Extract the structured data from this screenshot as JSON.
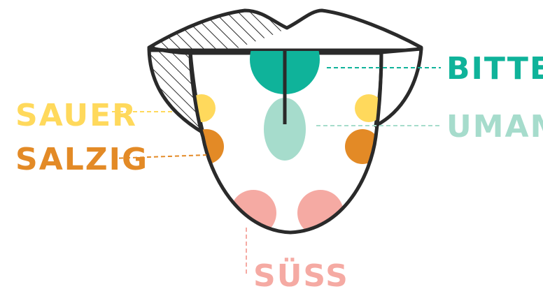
{
  "labels": {
    "bitter": "BITTER",
    "sauer": "SAUER",
    "umami": "UMAMI",
    "salzig": "SALZIG",
    "suess": "SÜSS"
  },
  "colors": {
    "bitter": "#0fb39a",
    "umami": "#a6dccc",
    "sauer": "#ffd95c",
    "salzig": "#e38a26",
    "suess": "#f5aaa3",
    "outline": "#2a2a2a",
    "lip_fill": "#ffffff"
  },
  "icons": {
    "hatch": "diagonal-hatch-pattern"
  }
}
